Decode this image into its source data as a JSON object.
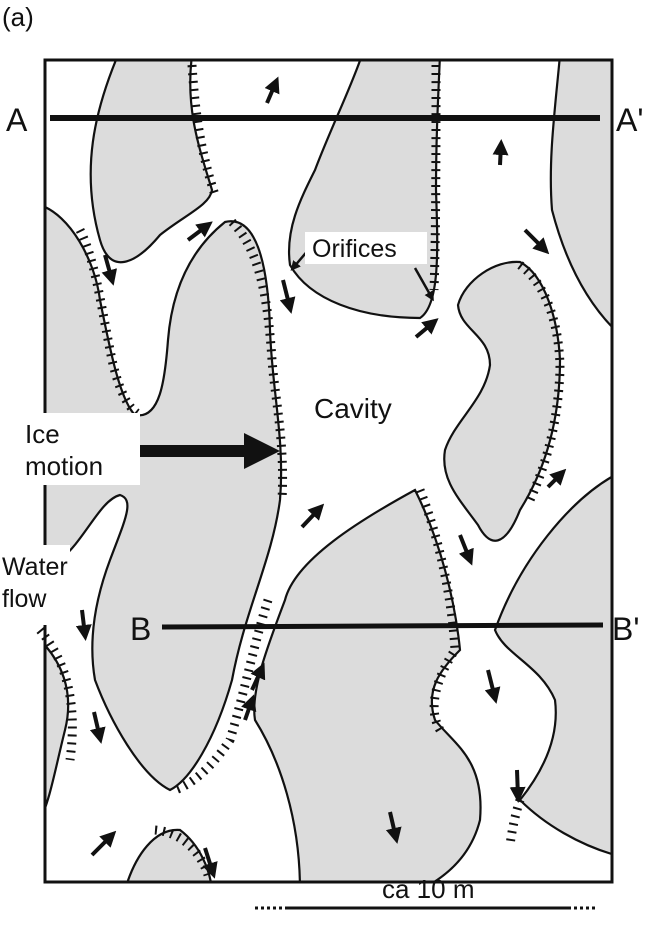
{
  "panel_label": "(a)",
  "sections": {
    "a": "A",
    "a_prime": "A'",
    "b": "B",
    "b_prime": "B'"
  },
  "labels": {
    "orifices": "Orifices",
    "cavity": "Cavity",
    "ice_motion_1": "Ice",
    "ice_motion_2": "motion",
    "water_flow_1": "Water",
    "water_flow_2": "flow"
  },
  "scale_bar": "ca 10 m",
  "colors": {
    "ice": "#dcdcdc",
    "cavity": "#ffffff",
    "line": "#111111"
  }
}
